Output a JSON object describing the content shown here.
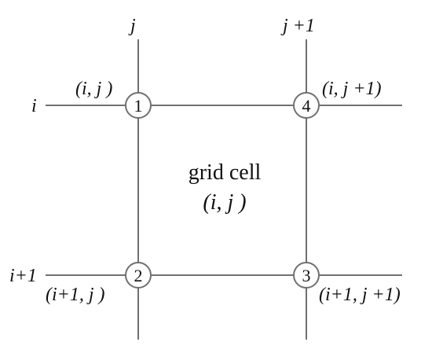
{
  "axes": {
    "col_j": "j",
    "col_j_plus_1": "j +1",
    "row_i": "i",
    "row_i_plus_1": "i+1"
  },
  "nodes": [
    {
      "number": "1",
      "coord": "(i, j )"
    },
    {
      "number": "2",
      "coord": "(i+1, j )"
    },
    {
      "number": "3",
      "coord": "(i+1, j +1)"
    },
    {
      "number": "4",
      "coord": "(i, j +1)"
    }
  ],
  "cell": {
    "title": "grid cell",
    "coord": "(i, j )"
  },
  "colors": {
    "line": "#707070",
    "text": "#111111"
  }
}
